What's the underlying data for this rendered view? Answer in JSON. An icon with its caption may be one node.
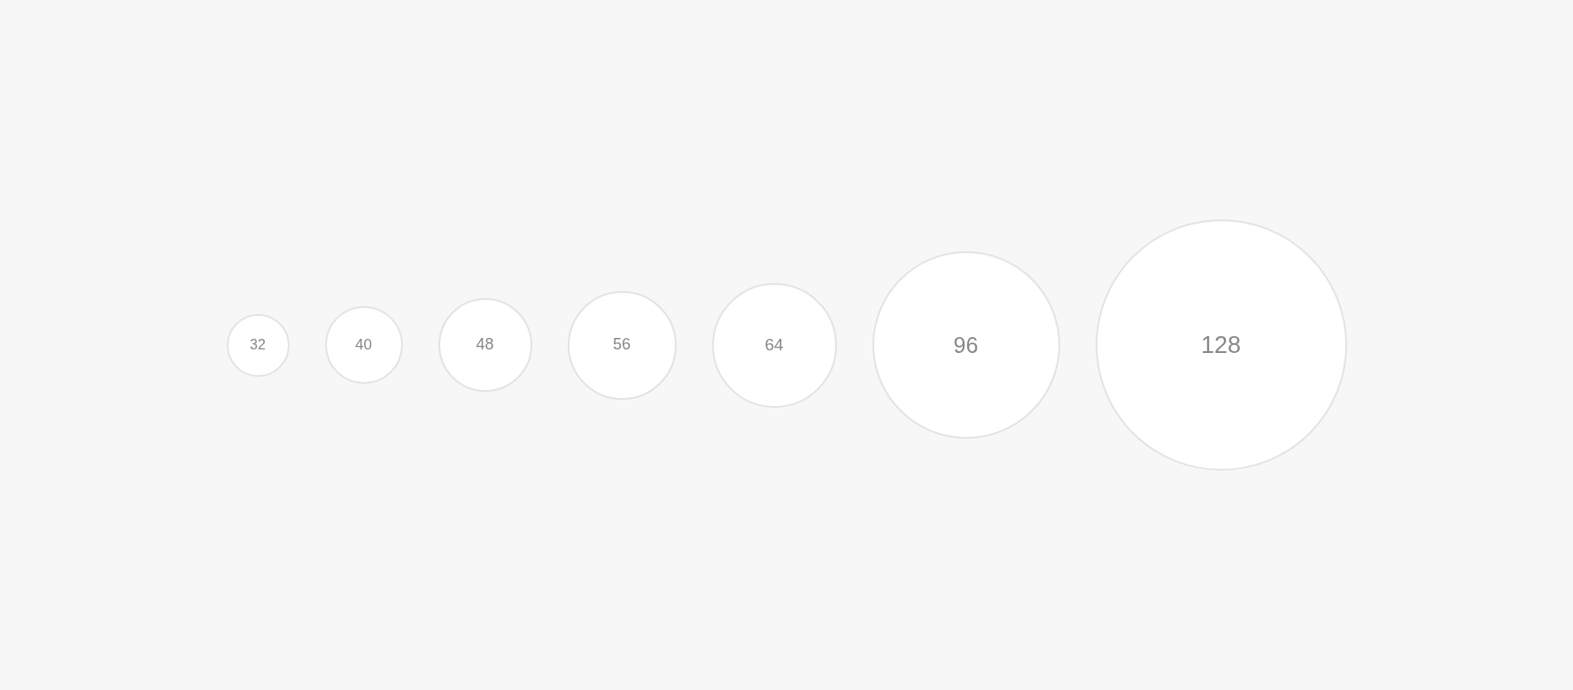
{
  "diagram": {
    "nodes": [
      {
        "text": [
          "32"
        ]
      },
      {
        "text": [
          "40"
        ]
      },
      {
        "text": [
          "48"
        ]
      },
      {
        "text": [
          "56"
        ]
      },
      {
        "text": [
          "64"
        ]
      },
      {
        "text": [
          "96"
        ]
      },
      {
        "text": [
          "128"
        ]
      }
    ]
  }
}
